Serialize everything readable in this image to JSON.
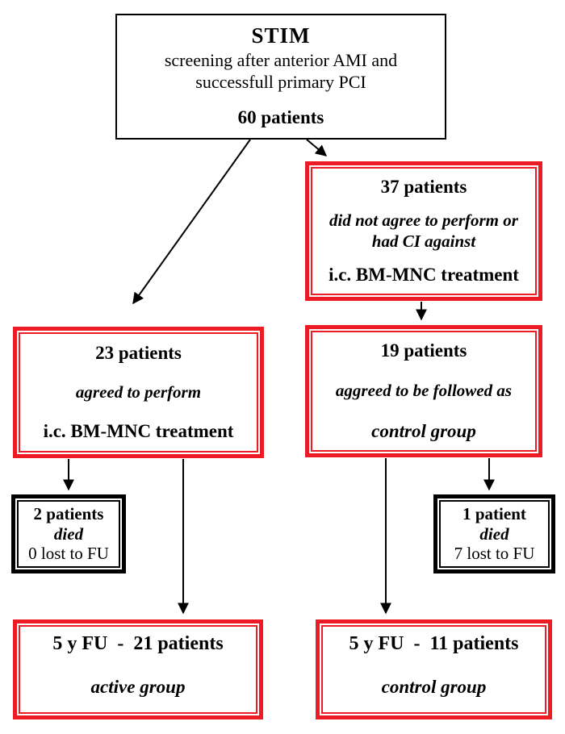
{
  "diagram": {
    "colors": {
      "red": "#ed1c24",
      "black": "#000000"
    },
    "nodes": {
      "screening": {
        "title": "STIM",
        "subtitle": "screening after anterior AMI and\nsuccessfull primary PCI",
        "count": "60 patients"
      },
      "declined": {
        "count": "37 patients",
        "note": "did not agree to perform or\nhad CI against",
        "detail": "i.c. BM-MNC treatment"
      },
      "agreed": {
        "count": "23 patients",
        "note": "agreed to perform",
        "detail": "i.c. BM-MNC treatment"
      },
      "control": {
        "count": "19 patients",
        "note": "aggreed to be followed as",
        "detail": "control group"
      },
      "active_deaths": {
        "count": "2 patients",
        "cause": "died",
        "lost": "0 lost to FU"
      },
      "control_deaths": {
        "count": "1 patient",
        "cause": "died",
        "lost": "7 lost to FU"
      },
      "active_fu": {
        "title": "5 y FU  -  21 patients",
        "group": "active group"
      },
      "control_fu": {
        "title": "5 y FU  -  11 patients",
        "group": "control group"
      }
    }
  }
}
